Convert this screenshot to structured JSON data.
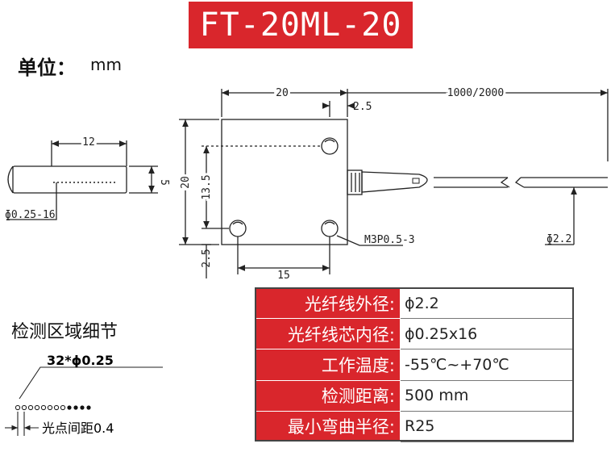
{
  "title": "FT-20ML-20",
  "unit": {
    "label": "单位：",
    "value": "mm"
  },
  "drawing": {
    "dim_12": "12",
    "dim_5": "5",
    "dim_020_16": "ɸ0.25-16",
    "dim_20_top": "20",
    "dim_2_5_top": "2.5",
    "dim_1000": "1000/2000",
    "dim_20_left": "20",
    "dim_13_5": "13.5",
    "dim_2_5_left": "2.5",
    "dim_15": "15",
    "dim_m3": "M3P0.5-3",
    "dim_d22": "ɸ2.2"
  },
  "detail": {
    "title": "检测区域细节",
    "fiber_label": "32*ϕ0.25",
    "spacing_label": "光点间距0.4"
  },
  "specs": [
    {
      "key": "光纤线外径:",
      "value": "ϕ2.2"
    },
    {
      "key": "光纤线芯内径:",
      "value": "ϕ0.25x16"
    },
    {
      "key": "工作温度:",
      "value": "-55℃~+70℃"
    },
    {
      "key": "检测距离:",
      "value": "500 mm"
    },
    {
      "key": "最小弯曲半径:",
      "value": "R25"
    }
  ]
}
